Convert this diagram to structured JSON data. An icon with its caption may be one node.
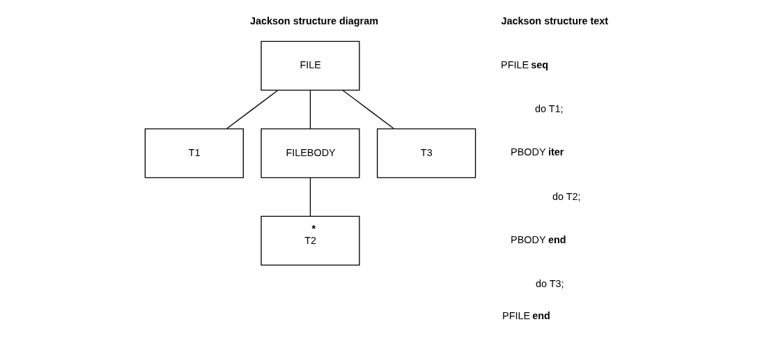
{
  "diagram": {
    "nodes": [
      {
        "text": [
          "FILE"
        ]
      },
      {
        "text": [
          "T1"
        ]
      },
      {
        "text": [
          "FILEBODY"
        ]
      },
      {
        "text": [
          "T3"
        ]
      },
      {
        "text": [
          "*",
          "T2"
        ]
      }
    ],
    "edges": [
      {
        "from": 0,
        "to": 1,
        "arrow": "none"
      },
      {
        "from": 0,
        "to": 2,
        "arrow": "none"
      },
      {
        "from": 0,
        "to": 3,
        "arrow": "none"
      },
      {
        "from": 2,
        "to": 4,
        "arrow": "none"
      }
    ],
    "labels": [
      "Jackson structure diagram",
      "Jackson structure text",
      "PFILE **seq**",
      "do T1;",
      "PBODY **iter**",
      "do T2;",
      "PBODY **end**",
      "do T3;",
      "PFILE **end**"
    ]
  }
}
